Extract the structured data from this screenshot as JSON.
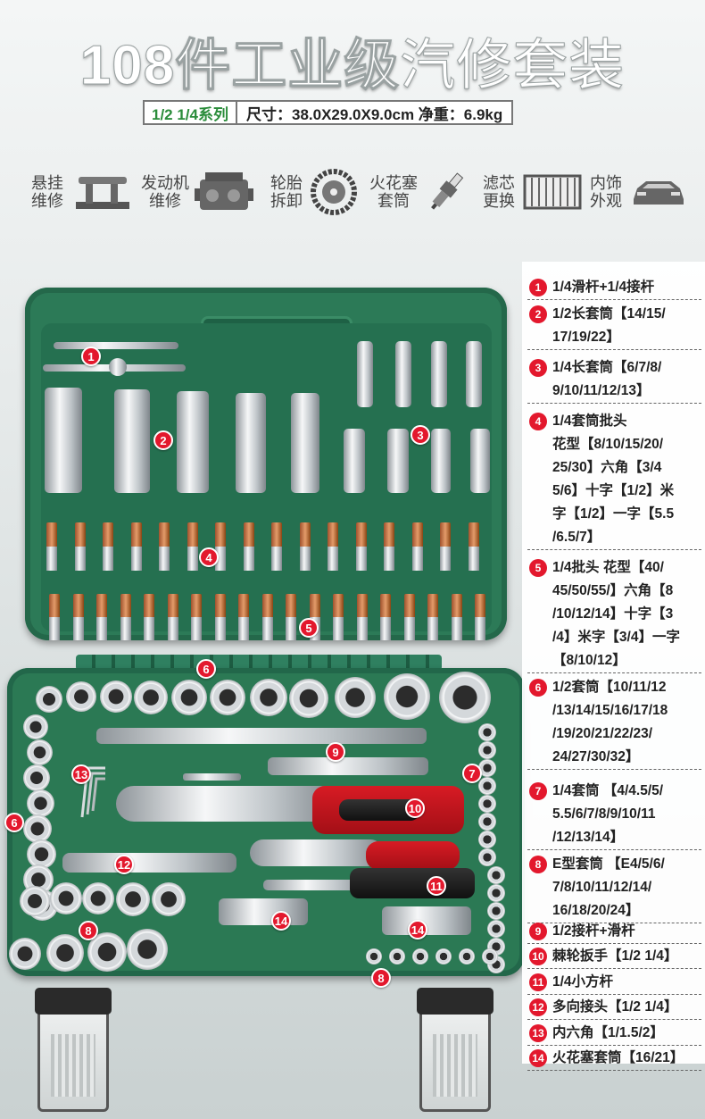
{
  "header": {
    "title_bold": "108件工业级",
    "title_thin": "汽修套装",
    "series": "1/2 1/4系列",
    "dimensions": "尺寸：38.0X29.0X9.0cm 净重：6.9kg"
  },
  "uses": [
    {
      "label": "悬挂\n维修",
      "icon": "lift-icon"
    },
    {
      "label": "发动机\n维修",
      "icon": "engine-icon"
    },
    {
      "label": "轮胎\n拆卸",
      "icon": "tire-icon"
    },
    {
      "label": "火花塞\n套筒",
      "icon": "spark-plug-icon"
    },
    {
      "label": "滤芯\n更换",
      "icon": "filter-icon"
    },
    {
      "label": "内饰\n外观",
      "icon": "car-icon"
    }
  ],
  "badges": {
    "b1": "1",
    "b2": "2",
    "b3": "3",
    "b4": "4",
    "b5": "5",
    "b6": "6",
    "b7": "7",
    "b8": "8",
    "b9": "9",
    "b10": "10",
    "b11": "11",
    "b12": "12",
    "b13": "13",
    "b14": "14"
  },
  "legend": [
    {
      "num": "1",
      "text": "1/4滑杆+1/4接杆"
    },
    {
      "num": "2",
      "text": "1/2长套筒【14/15/\n17/19/22】"
    },
    {
      "num": "3",
      "text": "1/4长套筒【6/7/8/\n9/10/11/12/13】"
    },
    {
      "num": "4",
      "text": "1/4套筒批头\n花型【8/10/15/20/\n25/30】六角【3/4\n5/6】十字【1/2】米\n字【1/2】一字【5.5\n/6.5/7】"
    },
    {
      "num": "5",
      "text": "1/4批头  花型【40/\n45/50/55/】六角【8\n/10/12/14】十字【3\n/4】米字【3/4】一字\n【8/10/12】"
    },
    {
      "num": "6",
      "text": "1/2套筒【10/11/12\n/13/14/15/16/17/18\n/19/20/21/22/23/\n24/27/30/32】"
    },
    {
      "num": "7",
      "text": "1/4套筒  【4/4.5/5/\n5.5/6/7/8/9/10/11\n/12/13/14】"
    },
    {
      "num": "8",
      "text": "E型套筒  【E4/5/6/\n7/8/10/11/12/14/\n16/18/20/24】"
    },
    {
      "num": "9",
      "text": "1/2接杆+滑杆"
    },
    {
      "num": "10",
      "text": "棘轮扳手【1/2  1/4】"
    },
    {
      "num": "11",
      "text": "1/4小方杆"
    },
    {
      "num": "12",
      "text": "多向接头【1/2  1/4】"
    },
    {
      "num": "13",
      "text": "内六角【1/1.5/2】"
    },
    {
      "num": "14",
      "text": "火花塞套筒【16/21】"
    }
  ]
}
